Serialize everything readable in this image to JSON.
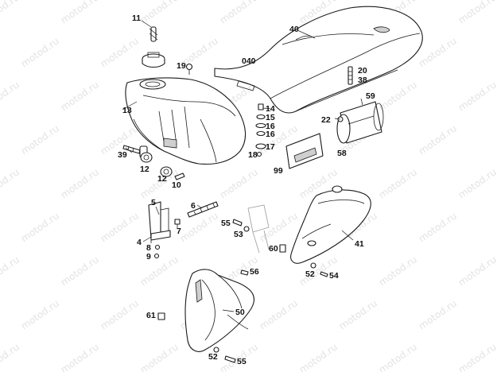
{
  "watermark": "motod.ru",
  "colors": {
    "line": "#1a1a1a",
    "shade": "#cfcfcf",
    "watermark": "#e3e3e3"
  },
  "labels": {
    "p11": "11",
    "p40": "40",
    "p040": "040",
    "p19": "19",
    "p20": "20",
    "p38": "38",
    "p13": "13",
    "p14": "14",
    "p15": "15",
    "p16a": "16",
    "p16b": "16",
    "p17": "17",
    "p18": "18",
    "p22": "22",
    "p59": "59",
    "p58": "58",
    "p99": "99",
    "p39": "39",
    "p12a": "12",
    "p12b": "12",
    "p10": "10",
    "p5": "5",
    "p6": "6",
    "p7": "7",
    "p4": "4",
    "p8": "8",
    "p9": "9",
    "p55a": "55",
    "p53": "53",
    "p60": "60",
    "p41": "41",
    "p52a": "52",
    "p54": "54",
    "p56": "56",
    "p50": "50",
    "p61": "61",
    "p52b": "52",
    "p55b": "55"
  }
}
